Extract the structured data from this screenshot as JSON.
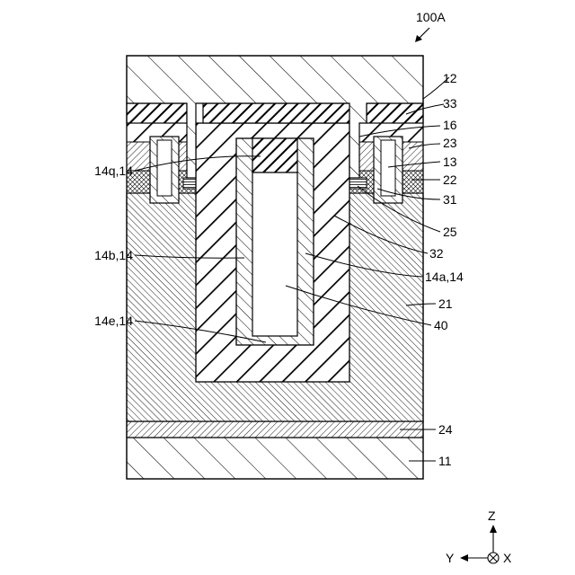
{
  "figure_id": "100A",
  "labels": {
    "l12": "12",
    "l33": "33",
    "l16": "16",
    "l23": "23",
    "l13": "13",
    "l22": "22",
    "l31": "31",
    "l25": "25",
    "l32": "32",
    "l14a": "14a,14",
    "l21": "21",
    "l40": "40",
    "l24": "24",
    "l11": "11",
    "l14q": "14q,14",
    "l14b": "14b,14",
    "l14e": "14e,14"
  },
  "axes": {
    "z": "Z",
    "y": "Y",
    "x": "X"
  }
}
